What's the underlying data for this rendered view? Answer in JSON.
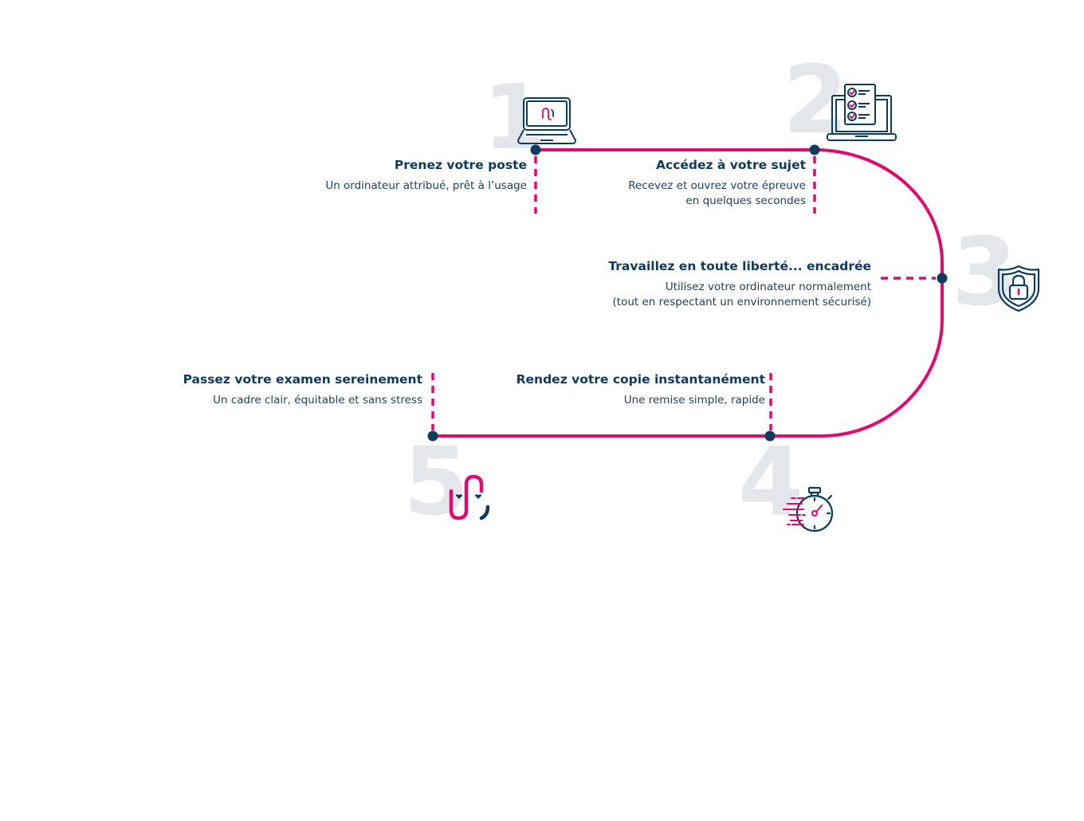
{
  "colors": {
    "path": "#e5066f",
    "dot": "#0d3a5f",
    "text": "#0d3a5f",
    "number": "#e3e7ec"
  },
  "steps": [
    {
      "number": "1",
      "title": "Prenez votre poste",
      "description": "Un ordinateur attribué, prêt à l’usage",
      "icon": "laptop-logo-icon"
    },
    {
      "number": "2",
      "title": "Accédez à votre sujet",
      "description": "Recevez et ouvrez votre épreuve\nen quelques secondes",
      "icon": "laptop-checklist-icon"
    },
    {
      "number": "3",
      "title": "Travaillez en toute liberté... encadrée",
      "description": "Utilisez votre ordinateur normalement\n(tout en respectant un environnement sécurisé)",
      "icon": "shield-lock-icon"
    },
    {
      "number": "4",
      "title": "Rendez votre copie instantanément",
      "description": "Une remise simple, rapide",
      "icon": "stopwatch-icon"
    },
    {
      "number": "5",
      "title": "Passez votre examen sereinement",
      "description": "Un cadre clair, équitable et sans stress",
      "icon": "smile-logo-icon"
    }
  ]
}
